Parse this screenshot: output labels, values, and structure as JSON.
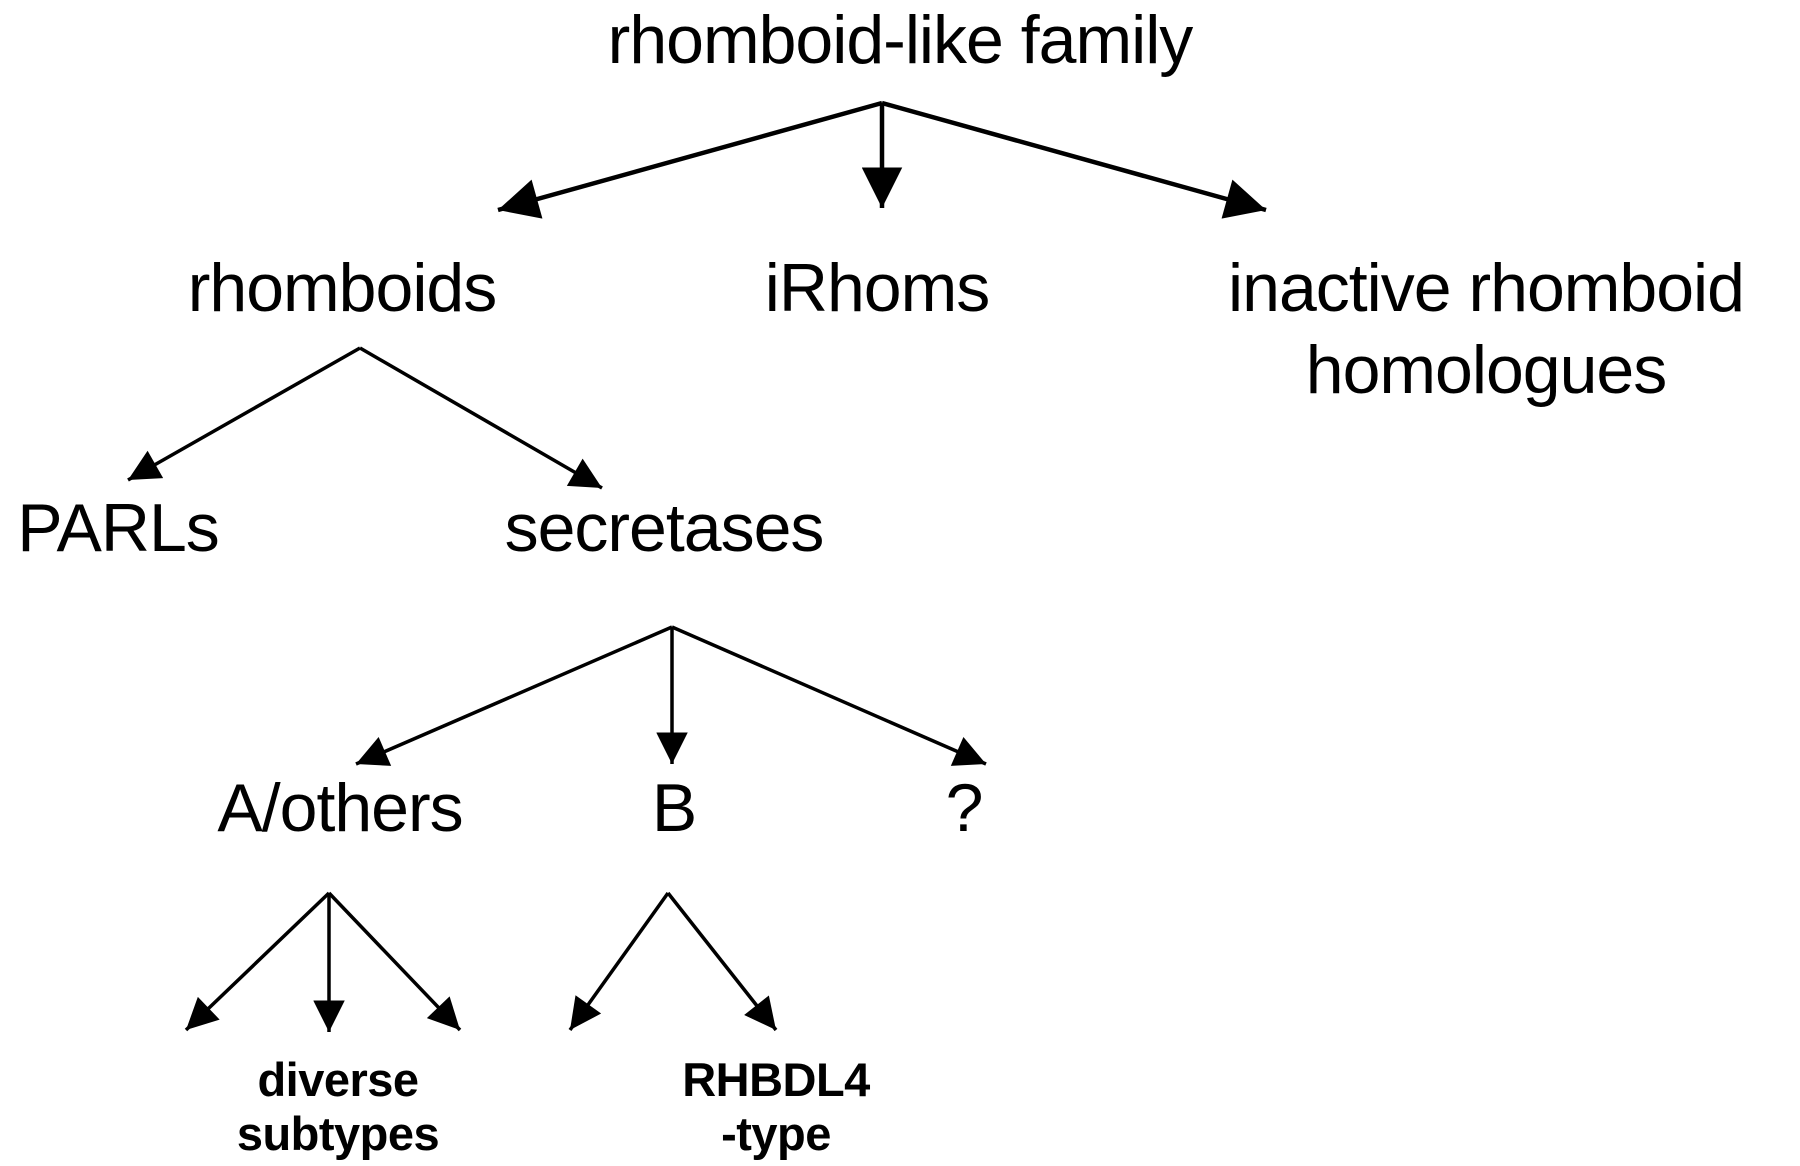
{
  "diagram": {
    "type": "hierarchy-tree",
    "root": "rhomboid-like family",
    "nodes": {
      "root": "rhomboid-like family",
      "rhomboids": "rhomboids",
      "irhoms": "iRhoms",
      "inactive": "inactive rhomboid homologues",
      "inactive_line1": "inactive rhomboid",
      "inactive_line2": "homologues",
      "parls": "PARLs",
      "secretases": "secretases",
      "a_others": "A/others",
      "b": "B",
      "unknown": "?",
      "diverse_line1": "diverse",
      "diverse_line2": "subtypes",
      "rhbdl4_line1": "RHBDL4",
      "rhbdl4_line2": "-type"
    },
    "edges": [
      {
        "from": "rhomboid-like family",
        "to": "rhomboids"
      },
      {
        "from": "rhomboid-like family",
        "to": "iRhoms"
      },
      {
        "from": "rhomboid-like family",
        "to": "inactive rhomboid homologues"
      },
      {
        "from": "rhomboids",
        "to": "PARLs"
      },
      {
        "from": "rhomboids",
        "to": "secretases"
      },
      {
        "from": "secretases",
        "to": "A/others"
      },
      {
        "from": "secretases",
        "to": "B"
      },
      {
        "from": "secretases",
        "to": "?"
      },
      {
        "from": "A/others",
        "to": "diverse subtypes (1)"
      },
      {
        "from": "A/others",
        "to": "diverse subtypes (2)"
      },
      {
        "from": "A/others",
        "to": "diverse subtypes (3)"
      },
      {
        "from": "B",
        "to": "RHBDL4-type (1)"
      },
      {
        "from": "B",
        "to": "RHBDL4-type (2)"
      }
    ],
    "colors": {
      "ink": "#000000",
      "background": "#ffffff"
    }
  }
}
